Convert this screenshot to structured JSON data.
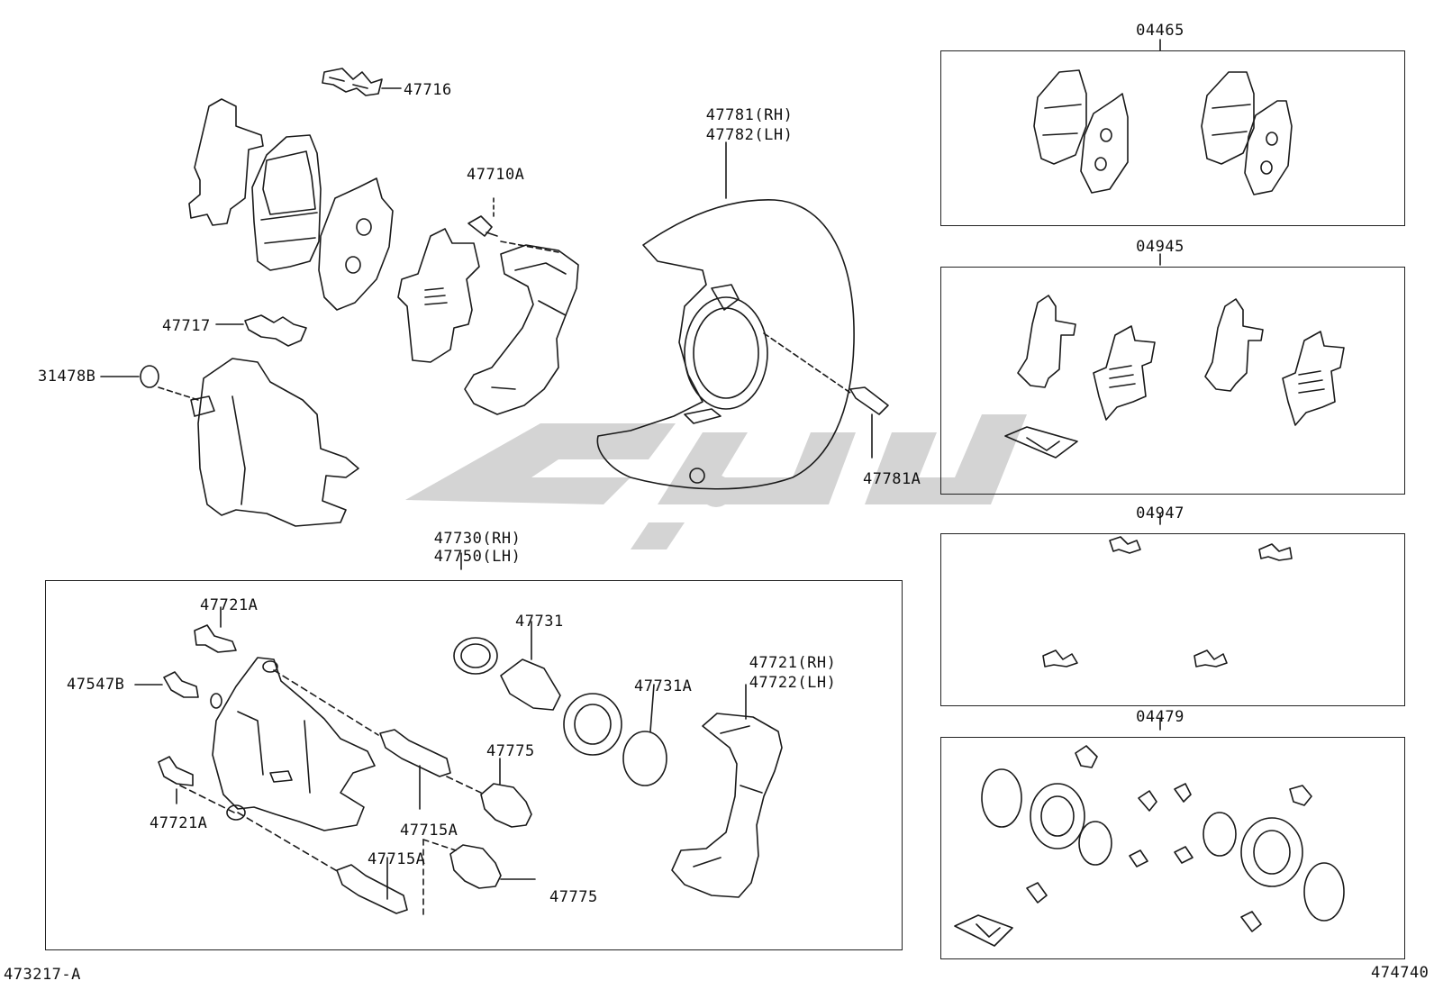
{
  "labels": {
    "p47716": "47716",
    "p47781_rh": "47781(RH)",
    "p47782_lh": "47782(LH)",
    "p47710A": "47710A",
    "p47717": "47717",
    "p31478B": "31478B",
    "p47781A": "47781A",
    "p47730_rh": "47730(RH)",
    "p47750_lh": "47750(LH)",
    "p47721A_top": "47721A",
    "p47547B": "47547B",
    "p47731": "47731",
    "p47721_rh": "47721(RH)",
    "p47722_lh": "47722(LH)",
    "p47731A": "47731A",
    "p47775_top": "47775",
    "p47715A_right": "47715A",
    "p47721A_bottom": "47721A",
    "p47715A_bottom": "47715A",
    "p47775_bottom": "47775",
    "kit_04465": "04465",
    "kit_04945": "04945",
    "kit_04947": "04947",
    "kit_04479": "04479"
  },
  "footer": {
    "left_code": "473217-A",
    "right_code": "474740"
  },
  "colors": {
    "line": "#1a1a1a",
    "watermark": "#d4d4d4",
    "background": "#ffffff"
  }
}
